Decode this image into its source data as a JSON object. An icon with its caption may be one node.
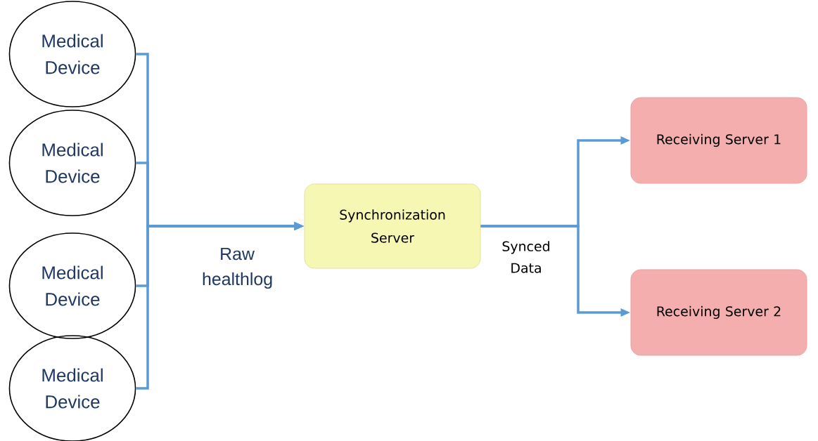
{
  "diagram": {
    "nodes": [
      {
        "text": [
          "Medical Device"
        ]
      },
      {
        "text": [
          "Medical Device"
        ]
      },
      {
        "text": [
          "Medical Device"
        ]
      },
      {
        "text": [
          "Medical Device"
        ]
      },
      {
        "text": [
          "Synchronization Server"
        ]
      },
      {
        "text": [
          "Receiving Server 1"
        ]
      },
      {
        "text": [
          "Receiving Server 2"
        ]
      }
    ],
    "edges": [
      {
        "from": 0,
        "to": 4,
        "arrow": "to"
      },
      {
        "from": 1,
        "to": 4,
        "arrow": "to"
      },
      {
        "from": 2,
        "to": 4,
        "arrow": "to"
      },
      {
        "from": 3,
        "to": 4,
        "arrow": "to"
      },
      {
        "from": 4,
        "to": 5,
        "arrow": "to"
      },
      {
        "from": 4,
        "to": 6,
        "arrow": "to"
      }
    ],
    "labels": [
      "Raw healthlog",
      "Synced Data"
    ]
  }
}
